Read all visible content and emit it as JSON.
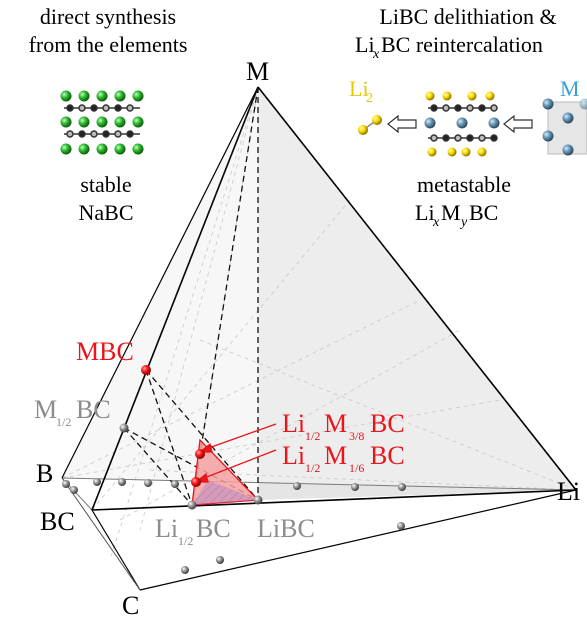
{
  "colors": {
    "red": "#e8151b",
    "gray_label": "#8c8c8c",
    "li_yellow": "#e8c800",
    "m_blue": "#3aa0d8",
    "na_green": "#2fbf2f",
    "face_fill": "#e3e3e3"
  },
  "left_panel": {
    "title_line1": "direct synthesis",
    "title_line2": "from the elements",
    "caption_line1": "stable",
    "caption_line2": "NaBC"
  },
  "right_panel": {
    "title_line1": "LiBC delithiation &",
    "title_prefix": "Li",
    "title_sub": "x",
    "title_suffix": "BC reintercalation",
    "li2_base": "Li",
    "li2_sub": "2",
    "m_label": "M",
    "caption_line1": "metastable",
    "cap_li": "Li",
    "cap_x": "x",
    "cap_m": "M",
    "cap_y": "y",
    "cap_bc": "BC"
  },
  "vertices": {
    "M": "M",
    "B": "B",
    "C": "C",
    "Li": "Li",
    "BC": "BC"
  },
  "labels": {
    "MBC": "MBC",
    "M_half_BC": {
      "pre": "M",
      "frac": "1/2",
      "post": "BC"
    },
    "Li_half_BC": {
      "pre": "Li",
      "frac": "1/2",
      "post": "BC"
    },
    "LiBC": "LiBC",
    "red1": {
      "li": "Li",
      "li_frac": "1/2",
      "m": "M",
      "m_frac": "3/8",
      "post": "BC"
    },
    "red2": {
      "li": "Li",
      "li_frac": "1/2",
      "m": "M",
      "m_frac": "1/6",
      "post": "BC"
    }
  }
}
